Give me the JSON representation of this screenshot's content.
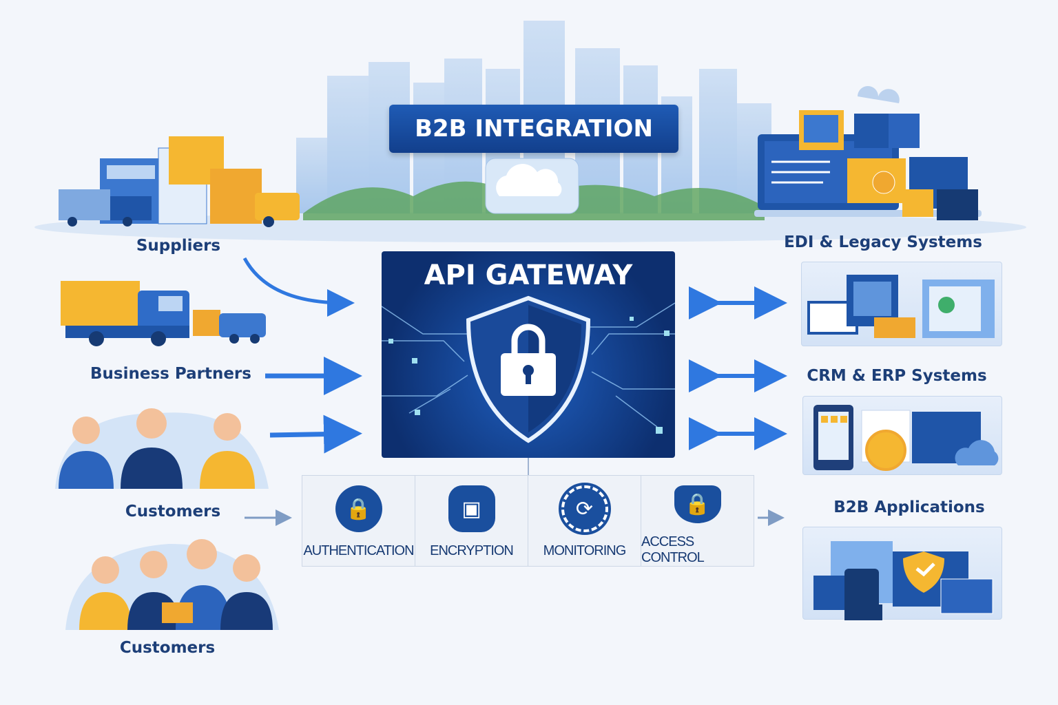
{
  "banner": {
    "title": "B2B INTEGRATION"
  },
  "gateway": {
    "title": "API GATEWAY",
    "icon": "shield-lock-icon"
  },
  "left": {
    "suppliers": "Suppliers",
    "business_partners": "Business Partners",
    "customers_1": "Customers",
    "customers_2": "Customers"
  },
  "right": {
    "edi": "EDI & Legacy Systems",
    "crm": "CRM & ERP Systems",
    "b2b_apps": "B2B Applications"
  },
  "features": [
    {
      "label": "AUTHENTICATION",
      "icon": "lock-icon"
    },
    {
      "label": "ENCRYPTION",
      "icon": "shield-chip-icon"
    },
    {
      "label": "MONITORING",
      "icon": "gear-monitor-icon"
    },
    {
      "label": "ACCESS CONTROL",
      "icon": "shield-lock-icon"
    }
  ],
  "colors": {
    "navy": "#0d2f6f",
    "blue": "#1a4f9e",
    "accent": "#f5b731",
    "arrow": "#2f78e0"
  }
}
